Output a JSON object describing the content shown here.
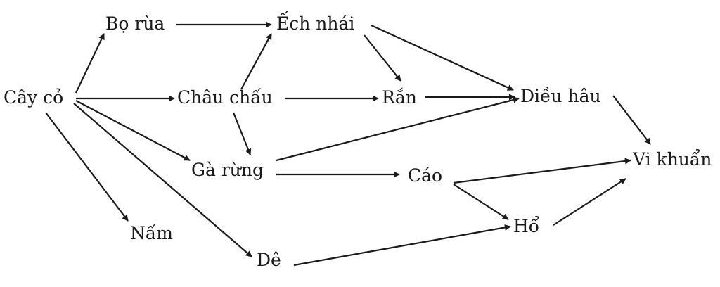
{
  "nodes": [
    {
      "id": "cay-co",
      "label": "Cây cỏ"
    },
    {
      "id": "bo-rua",
      "label": "Bọ rùa"
    },
    {
      "id": "ech-nhai",
      "label": "Ếch nhái"
    },
    {
      "id": "chau-chau",
      "label": "Châu chấu"
    },
    {
      "id": "ran",
      "label": "Rắn"
    },
    {
      "id": "dieu-hau",
      "label": "Diều hâu"
    },
    {
      "id": "ga-rung",
      "label": "Gà rừng"
    },
    {
      "id": "cao",
      "label": "Cáo"
    },
    {
      "id": "vi-khuan",
      "label": "Vi khuẩn"
    },
    {
      "id": "nam",
      "label": "Nấm"
    },
    {
      "id": "ho",
      "label": "Hổ"
    },
    {
      "id": "de",
      "label": "Dê"
    }
  ],
  "edges": [
    {
      "from": "cay-co",
      "to": "bo-rua"
    },
    {
      "from": "cay-co",
      "to": "chau-chau"
    },
    {
      "from": "cay-co",
      "to": "ga-rung"
    },
    {
      "from": "cay-co",
      "to": "de"
    },
    {
      "from": "cay-co",
      "to": "nam"
    },
    {
      "from": "bo-rua",
      "to": "ech-nhai"
    },
    {
      "from": "chau-chau",
      "to": "ech-nhai"
    },
    {
      "from": "chau-chau",
      "to": "ran"
    },
    {
      "from": "chau-chau",
      "to": "ga-rung"
    },
    {
      "from": "ech-nhai",
      "to": "ran"
    },
    {
      "from": "ech-nhai",
      "to": "dieu-hau"
    },
    {
      "from": "ran",
      "to": "dieu-hau"
    },
    {
      "from": "ga-rung",
      "to": "dieu-hau"
    },
    {
      "from": "ga-rung",
      "to": "cao"
    },
    {
      "from": "cao",
      "to": "vi-khuan"
    },
    {
      "from": "cao",
      "to": "ho"
    },
    {
      "from": "dieu-hau",
      "to": "vi-khuan"
    },
    {
      "from": "ho",
      "to": "vi-khuan"
    },
    {
      "from": "de",
      "to": "ho"
    }
  ]
}
